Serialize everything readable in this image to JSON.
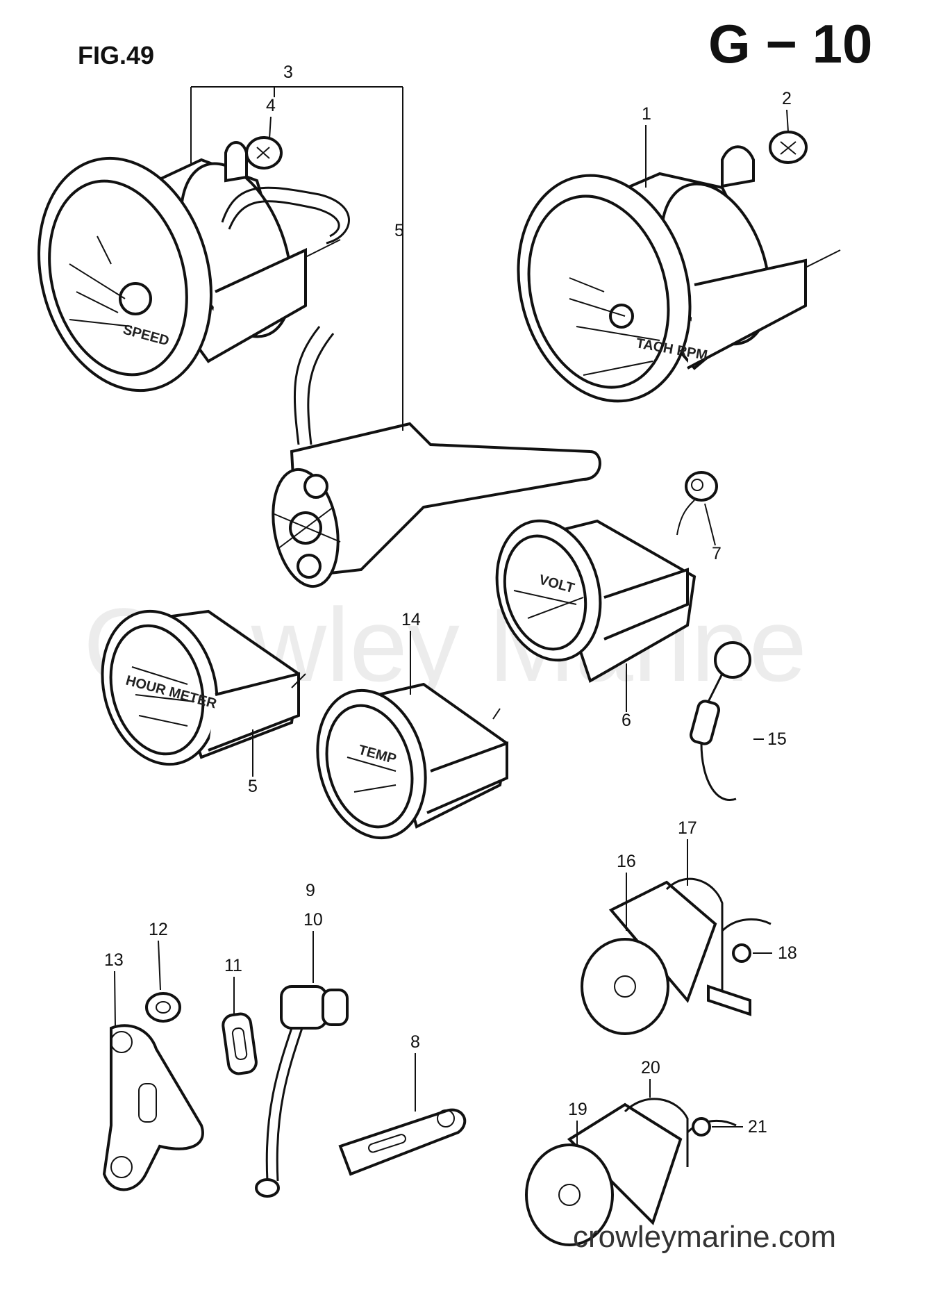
{
  "figure_label": "FIG.49",
  "sheet_label": "G − 10",
  "watermark": "Crowley Marine",
  "website": "crowleymarine.com",
  "dial_texts": {
    "speed": "SPEED",
    "tach": "TACH RPM",
    "volt": "VOLT",
    "temp": "TEMP",
    "hour": "HOUR METER"
  },
  "callouts": [
    {
      "id": "1",
      "text": "1"
    },
    {
      "id": "2",
      "text": "2"
    },
    {
      "id": "3",
      "text": "3"
    },
    {
      "id": "4",
      "text": "4"
    },
    {
      "id": "5a",
      "text": "5"
    },
    {
      "id": "5b",
      "text": "5"
    },
    {
      "id": "6",
      "text": "6"
    },
    {
      "id": "7",
      "text": "7"
    },
    {
      "id": "8",
      "text": "8"
    },
    {
      "id": "9",
      "text": "9"
    },
    {
      "id": "10",
      "text": "10"
    },
    {
      "id": "11",
      "text": "11"
    },
    {
      "id": "12",
      "text": "12"
    },
    {
      "id": "13",
      "text": "13"
    },
    {
      "id": "14",
      "text": "14"
    },
    {
      "id": "15",
      "text": "15"
    },
    {
      "id": "16",
      "text": "16"
    },
    {
      "id": "17",
      "text": "17"
    },
    {
      "id": "18",
      "text": "18"
    },
    {
      "id": "19",
      "text": "19"
    },
    {
      "id": "20",
      "text": "20"
    },
    {
      "id": "21",
      "text": "21"
    }
  ]
}
